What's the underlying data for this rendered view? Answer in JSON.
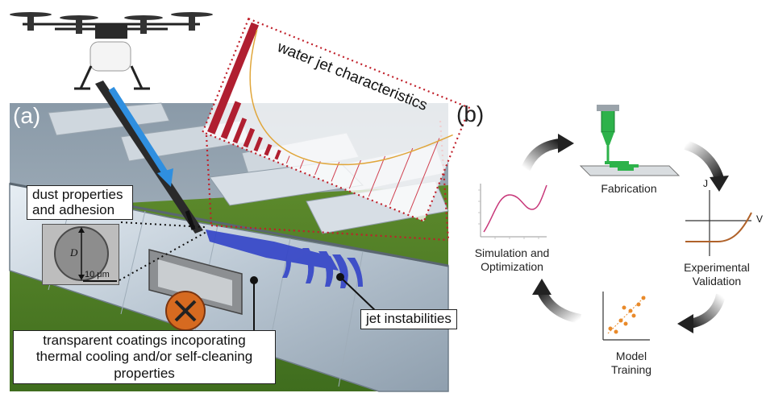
{
  "panel_a": {
    "tag": "(a)",
    "callouts": {
      "water_jet": "water jet characteristics",
      "dust": "dust properties and adhesion",
      "jet_instabilities": "jet instabilities",
      "coatings": "transparent coatings incoporating thermal cooling and/or self-cleaning properties"
    },
    "inset": {
      "diameter_symbol": "D",
      "scale_bar": "10 μm"
    }
  },
  "panel_b": {
    "tag": "(b)",
    "steps": {
      "fabrication": "Fabrication",
      "validation": "Experimental Validation",
      "training": "Model Training",
      "simulation": "Simulation and Optimization"
    },
    "iv_axes": {
      "y": "J",
      "x": "V"
    }
  },
  "colors": {
    "arrow_blue": "#2f8fe0",
    "dotted_red": "#c0202a",
    "jet_blue": "#3344c8",
    "printer_green": "#2db24a",
    "curve_brown": "#b0622a",
    "scatter_orange": "#e98a2a",
    "sim_curve": "#c8387a"
  }
}
